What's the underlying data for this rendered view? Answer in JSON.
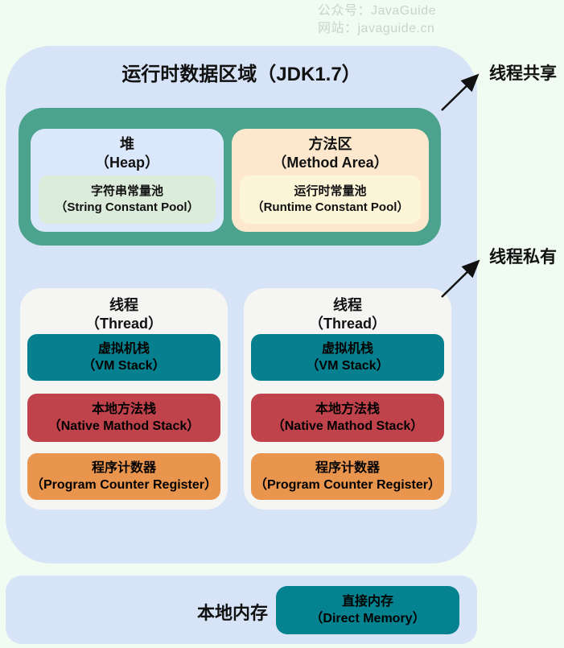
{
  "watermark": {
    "line1": "公众号：JavaGuide",
    "line2": "网站：javaguide.cn"
  },
  "title": "运行时数据区域（JDK1.7）",
  "shared_region": {
    "heap": {
      "name_zh": "堆",
      "name_en": "（Heap）",
      "pool_zh": "字符串常量池",
      "pool_en": "（String Constant Pool）"
    },
    "method_area": {
      "name_zh": "方法区",
      "name_en": "（Method Area）",
      "pool_zh": "运行时常量池",
      "pool_en": "（Runtime Constant Pool）"
    }
  },
  "annotations": {
    "shared": "线程共享",
    "private": "线程私有"
  },
  "threads": [
    {
      "name_zh": "线程",
      "name_en": "（Thread）",
      "blocks": [
        {
          "zh": "虚拟机栈",
          "en": "（VM Stack）"
        },
        {
          "zh": "本地方法栈",
          "en": "（Native Mathod Stack）"
        },
        {
          "zh": "程序计数器",
          "en": "（Program Counter Register）"
        }
      ]
    },
    {
      "name_zh": "线程",
      "name_en": "（Thread）",
      "blocks": [
        {
          "zh": "虚拟机栈",
          "en": "（VM Stack）"
        },
        {
          "zh": "本地方法栈",
          "en": "（Native Mathod Stack）"
        },
        {
          "zh": "程序计数器",
          "en": "（Program Counter Register）"
        }
      ]
    }
  ],
  "native_memory": {
    "label": "本地内存",
    "direct_zh": "直接内存",
    "direct_en": "（Direct Memory）"
  },
  "colors": {
    "page_bg": "#f0fcf2",
    "container_blue": "#d7e4f8",
    "shared_teal": "#4ba28d",
    "heap_blue": "#dbe8fb",
    "string_pool_green": "#dcecda",
    "method_peach": "#fde8ce",
    "runtime_pool_yellow": "#fdf5d8",
    "thread_bg": "#f5f5f3",
    "vm_stack_teal": "#067f8e",
    "native_stack_red": "#c0424b",
    "pc_register_orange": "#e9954e",
    "direct_memory_teal": "#058290",
    "arrow_black": "#111111",
    "watermark_gray": "#c9d3ca"
  }
}
